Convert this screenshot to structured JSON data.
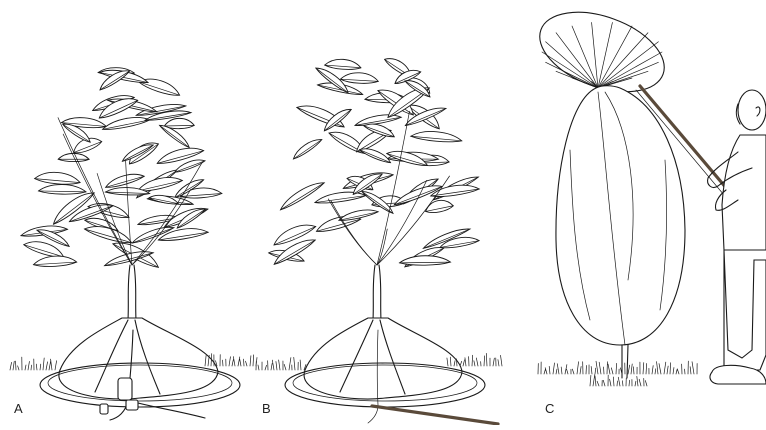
{
  "panels": [
    {
      "label": "A"
    },
    {
      "label": "B"
    },
    {
      "label": "C"
    }
  ],
  "colors": {
    "ink": "#1a1a1a",
    "pole": "#5a4a3a",
    "background": "#ffffff"
  },
  "icons": [
    "tree-illustration",
    "ground-sheet",
    "collection-bag",
    "person-figure"
  ]
}
